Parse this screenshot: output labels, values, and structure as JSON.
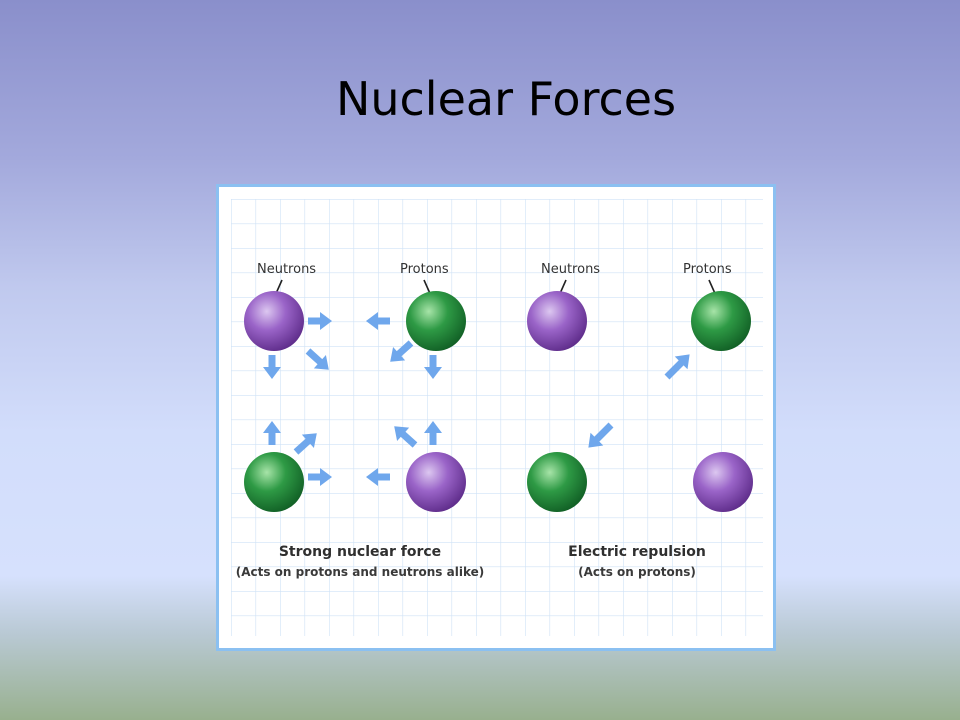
{
  "slide": {
    "title": "Nuclear Forces"
  },
  "colors": {
    "neutron": "#8a4fb8",
    "proton": "#1f8a3a",
    "arrow": "#6fa7ec",
    "grid": "#cfe2f6",
    "frame": "#8bc0f1"
  },
  "left_panel": {
    "label_neutrons": "Neutrons",
    "label_protons": "Protons",
    "caption": "Strong nuclear force",
    "subcaption": "(Acts on protons and neutrons alike)"
  },
  "right_panel": {
    "label_neutrons": "Neutrons",
    "label_protons": "Protons",
    "caption": "Electric repulsion",
    "subcaption": "(Acts on protons)"
  }
}
